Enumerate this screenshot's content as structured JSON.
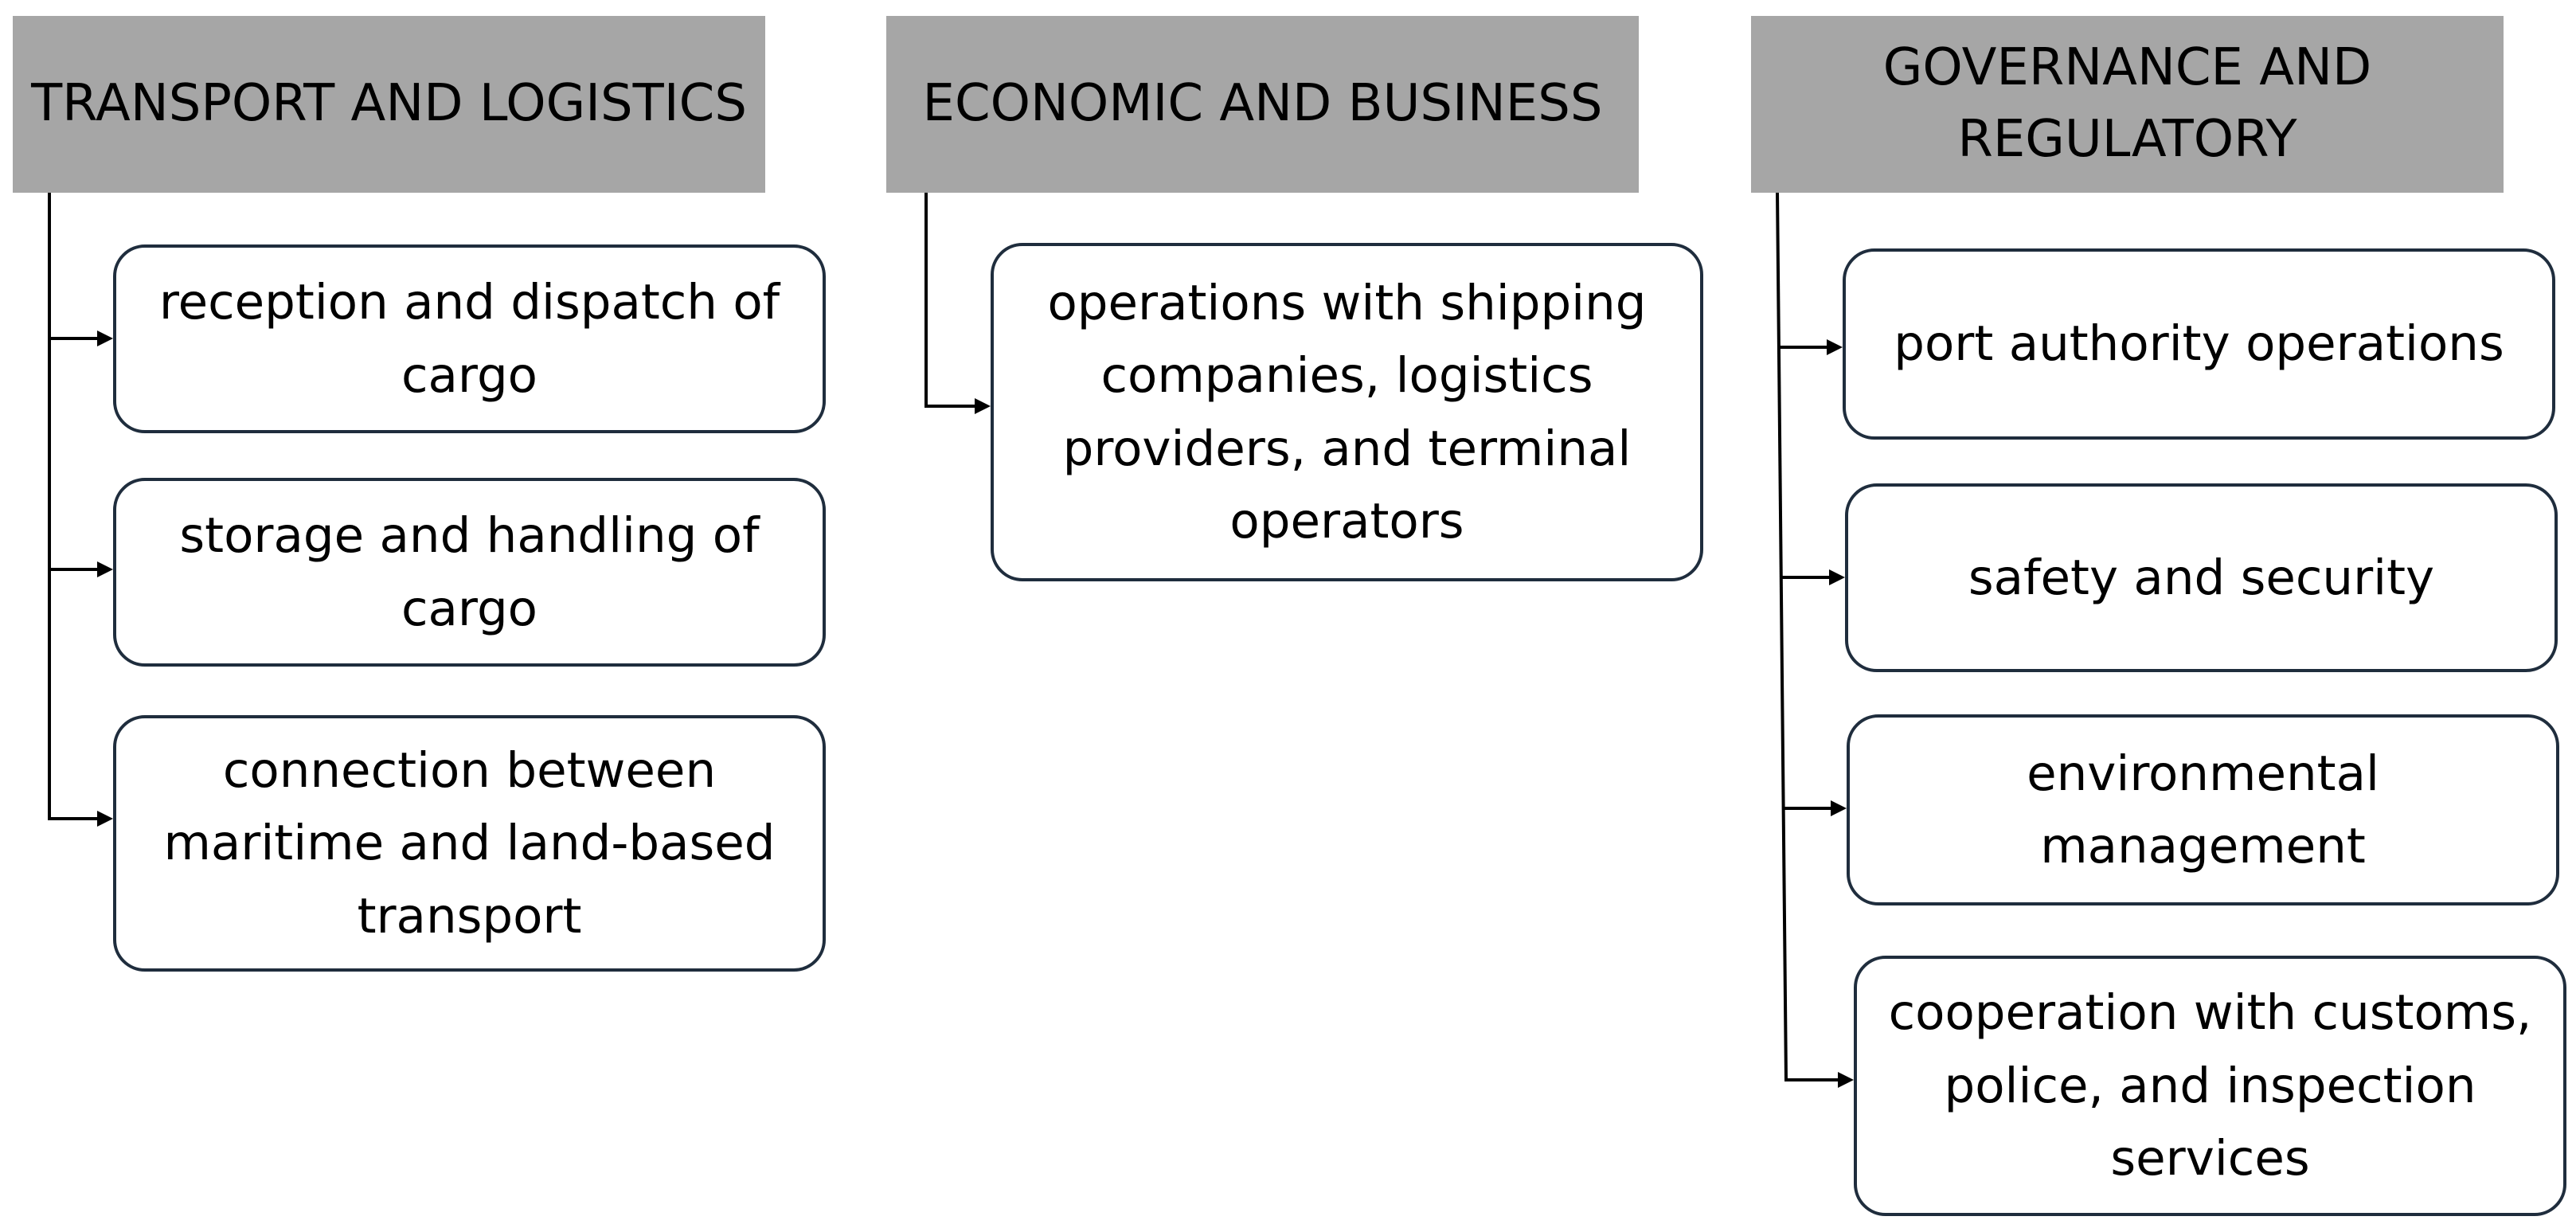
{
  "columns": [
    {
      "header": "TRANSPORT AND LOGISTICS",
      "items": [
        "reception and dispatch of cargo",
        "storage and handling of cargo",
        "connection between maritime and land-based transport"
      ]
    },
    {
      "header": "ECONOMIC AND BUSINESS",
      "items": [
        "operations with shipping companies, logistics providers, and terminal operators"
      ]
    },
    {
      "header": "GOVERNANCE AND REGULATORY",
      "items": [
        "port authority operations",
        "safety and security",
        "environmental management",
        "cooperation with customs, police, and inspection services"
      ]
    }
  ],
  "colors": {
    "header_fill": "#a6a6a6",
    "box_border": "#1f2d3d",
    "connector": "#000000"
  }
}
